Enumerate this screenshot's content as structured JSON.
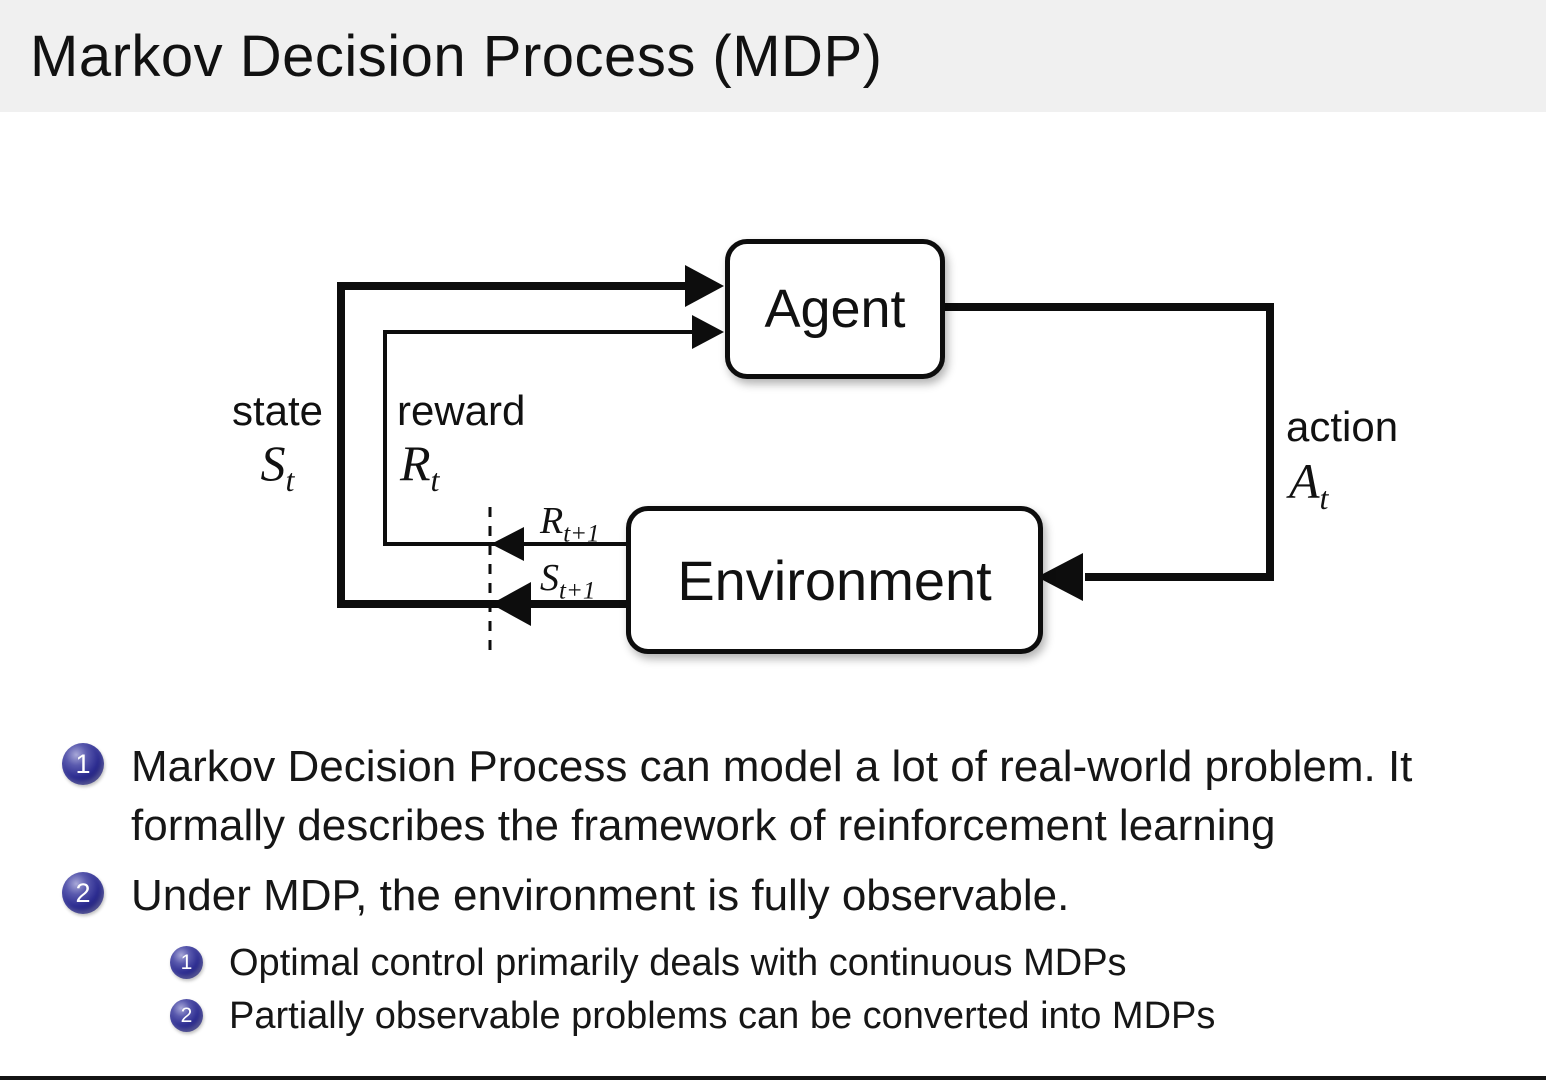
{
  "title": "Markov Decision Process (MDP)",
  "diagram": {
    "agent_label": "Agent",
    "environment_label": "Environment",
    "state_label": "state",
    "state_symbol": {
      "main": "S",
      "sub": "t"
    },
    "reward_label": "reward",
    "reward_symbol": {
      "main": "R",
      "sub": "t"
    },
    "action_label": "action",
    "action_symbol": {
      "main": "A",
      "sub": "t"
    },
    "next_reward_symbol": {
      "main": "R",
      "sub": "t+1"
    },
    "next_state_symbol": {
      "main": "S",
      "sub": "t+1"
    }
  },
  "bullets": [
    {
      "number": "1",
      "text": "Markov Decision Process can model a lot of real-world problem. It formally describes the framework of reinforcement learning"
    },
    {
      "number": "2",
      "text": "Under MDP, the environment is fully observable.",
      "sub": [
        {
          "number": "1",
          "text": "Optimal control primarily deals with continuous MDPs"
        },
        {
          "number": "2",
          "text": "Partially observable problems can be converted into MDPs"
        }
      ]
    }
  ],
  "colors": {
    "title_bar_bg": "#f0f0f0",
    "line_color": "#0d0d0d",
    "ball_dark": "#101058",
    "ball_mid": "#2c2c90",
    "ball_highlight": "#a8a8d8",
    "text": "#161616"
  }
}
